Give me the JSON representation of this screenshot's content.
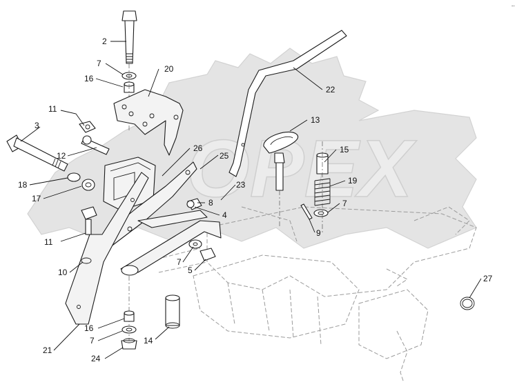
{
  "corner_mark": "--",
  "watermark": "OPEX",
  "callouts": [
    {
      "id": "c2",
      "text": "2"
    },
    {
      "id": "c7a",
      "text": "7"
    },
    {
      "id": "c16a",
      "text": "16"
    },
    {
      "id": "c20",
      "text": "20"
    },
    {
      "id": "c22",
      "text": "22"
    },
    {
      "id": "c11a",
      "text": "11"
    },
    {
      "id": "c3",
      "text": "3"
    },
    {
      "id": "c12",
      "text": "12"
    },
    {
      "id": "c26",
      "text": "26"
    },
    {
      "id": "c25",
      "text": "25"
    },
    {
      "id": "c13",
      "text": "13"
    },
    {
      "id": "c15",
      "text": "15"
    },
    {
      "id": "c18",
      "text": "18"
    },
    {
      "id": "c17",
      "text": "17"
    },
    {
      "id": "c23",
      "text": "23"
    },
    {
      "id": "c19",
      "text": "19"
    },
    {
      "id": "c8",
      "text": "8"
    },
    {
      "id": "c7b",
      "text": "7"
    },
    {
      "id": "c4",
      "text": "4"
    },
    {
      "id": "c9",
      "text": "9"
    },
    {
      "id": "c11b",
      "text": "11"
    },
    {
      "id": "c7c",
      "text": "7"
    },
    {
      "id": "c5",
      "text": "5"
    },
    {
      "id": "c10",
      "text": "10"
    },
    {
      "id": "c27",
      "text": "27"
    },
    {
      "id": "c16b",
      "text": "16"
    },
    {
      "id": "c14",
      "text": "14"
    },
    {
      "id": "c7d",
      "text": "7"
    },
    {
      "id": "c21",
      "text": "21"
    },
    {
      "id": "c24",
      "text": "24"
    }
  ]
}
